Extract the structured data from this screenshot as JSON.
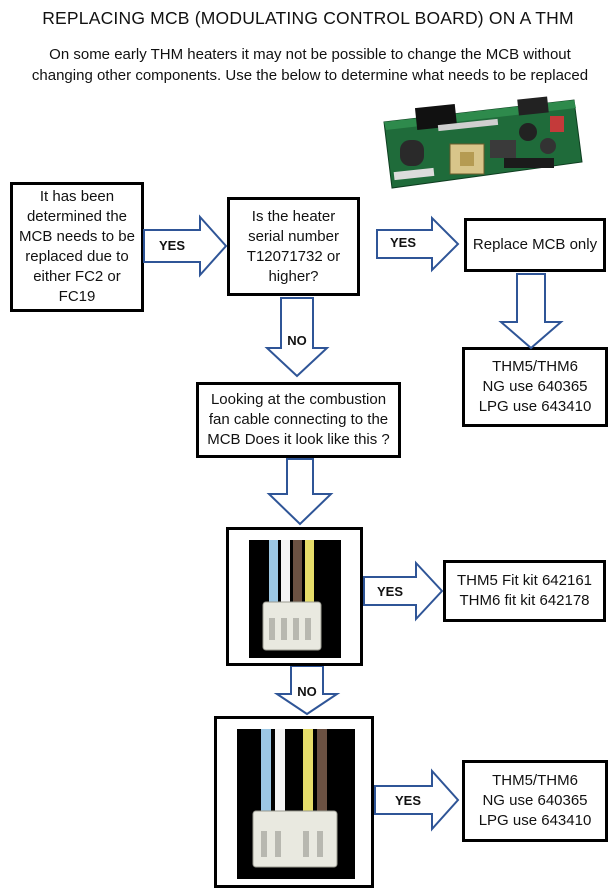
{
  "title": "REPLACING MCB (MODULATING CONTROL BOARD) ON A THM",
  "intro": "On some early THM heaters it may not be possible to change the MCB without changing other components. Use the below to determine what needs to be replaced",
  "nodes": {
    "start": "It has been determined the MCB needs to be replaced due to either FC2 or FC19",
    "serial_question": "Is the heater serial number T12071732 or higher?",
    "replace_only": "Replace MCB only",
    "result_top": [
      "THM5/THM6",
      "NG use 640365",
      "LPG use 643410"
    ],
    "fan_question": "Looking at the combustion fan cable connecting to the MCB Does it look like this ?",
    "fit_kit": [
      "THM5 Fit kit 642161",
      "THM6 fit kit 642178"
    ],
    "result_bottom": [
      "THM5/THM6",
      "NG use 640365",
      "LPG use 643410"
    ]
  },
  "edges": {
    "yes1": "YES",
    "yes2": "YES",
    "no1": "NO",
    "yes3": "YES",
    "no2": "NO",
    "yes4": "YES"
  },
  "colors": {
    "wire_blue": "#9cc7e4",
    "wire_white": "#f4f4f4",
    "wire_brown": "#6b5142",
    "wire_yellow": "#e6dd6a",
    "board_green": "#1f6b3a"
  }
}
